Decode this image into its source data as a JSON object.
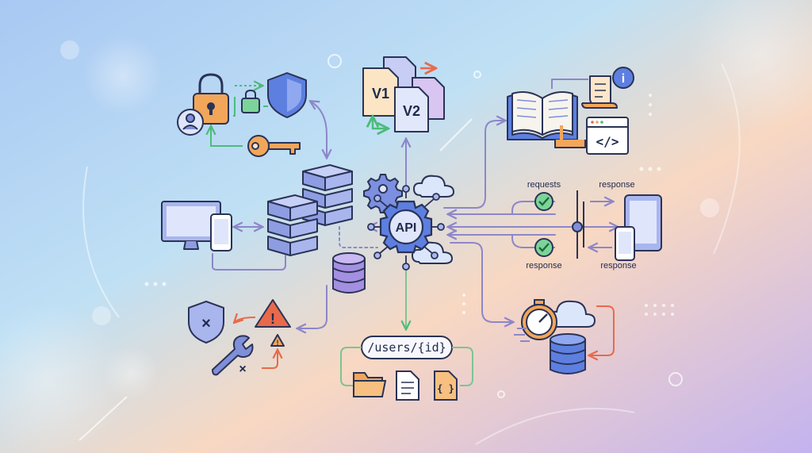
{
  "center": {
    "label": "API"
  },
  "versions": {
    "v1": "V1",
    "v2": "V2"
  },
  "endpoint": {
    "path": "/users/{id}",
    "json_glyph": "{ }"
  },
  "docs": {
    "code_glyph": "</>",
    "info_glyph": "i"
  },
  "traffic": {
    "requests_label": "requests",
    "response_label_top": "response",
    "response_label_bottom_left": "response",
    "response_label_bottom_right": "response"
  },
  "errors": {
    "alert_glyph": "!",
    "small_alert_glyph": "!",
    "cross_glyph": "×"
  },
  "colors": {
    "outline": "#2a3356",
    "server_fill": "#a9b6ee",
    "server_dark": "#7f8fd8",
    "lock_fill": "#f2a65a",
    "shield_fill": "#5d7fe0",
    "green": "#4cbb7a",
    "red_orange": "#e86a4a",
    "connector": "#8d86c9",
    "doc_fill": "#f7f4ee",
    "cloud_fill": "#dce6fb",
    "gear_fill": "#7c8fe0"
  },
  "icons": [
    "padlock-icon",
    "user-icon",
    "key-icon",
    "shield-icon",
    "small-lock-icon",
    "server-stack-icon",
    "database-icon",
    "desktop-icon",
    "phone-icon",
    "tablet-icon",
    "gear-icon",
    "cloud-icon",
    "document-icon",
    "book-icon",
    "scroll-icon",
    "info-icon",
    "code-window-icon",
    "checkmark-icon",
    "stopwatch-icon",
    "folder-icon",
    "json-file-icon",
    "warning-icon",
    "wrench-icon",
    "error-shield-icon"
  ]
}
